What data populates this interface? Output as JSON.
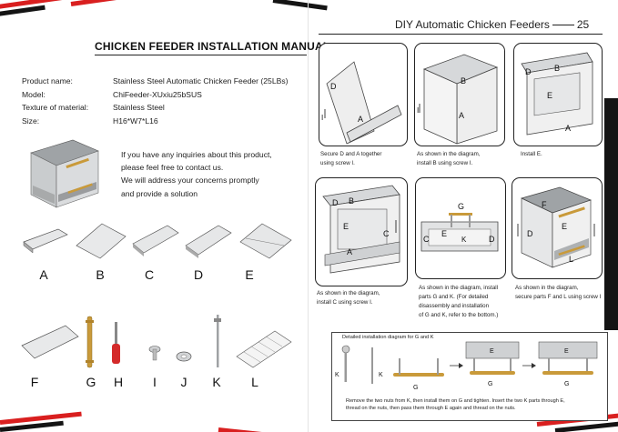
{
  "left_page": {
    "title": "CHICKEN FEEDER INSTALLATION MANUAL",
    "specs": [
      {
        "label": "Product name:",
        "value": "Stainless Steel Automatic Chicken Feeder (25LBs)"
      },
      {
        "label": "Model:",
        "value": "ChiFeeder-XUxiu25bSUS"
      },
      {
        "label": "Texture of material:",
        "value": "Stainless Steel"
      },
      {
        "label": "Size:",
        "value": "H16*W7*L16"
      }
    ],
    "inquiry": [
      "If you have any inquiries about this product,",
      "please feel free to contact us.",
      "We will address your concerns promptly",
      "and provide a solution"
    ],
    "parts_row1": [
      "A",
      "B",
      "C",
      "D",
      "E"
    ],
    "parts_row2": [
      "F",
      "G",
      "H",
      "I",
      "J",
      "K",
      "L"
    ]
  },
  "right_page": {
    "header": "DIY Automatic Chicken Feeders",
    "page_number": "25",
    "steps": [
      {
        "lines": [
          "Secure D and A together",
          "using screw I."
        ],
        "labels": [
          "D",
          "A",
          "I"
        ]
      },
      {
        "lines": [
          "As shown in the diagram,",
          "install B using screw I."
        ],
        "labels": [
          "B",
          "A",
          "I"
        ]
      },
      {
        "lines": [
          "Install E."
        ],
        "labels": [
          "D",
          "B",
          "E",
          "A"
        ]
      },
      {
        "lines": [
          "As shown in the diagram,",
          "install C using screw I."
        ],
        "labels": [
          "D",
          "B",
          "E",
          "C",
          "A"
        ]
      },
      {
        "lines": [
          "As shown in the diagram, install",
          "parts G and K. (For detailed",
          "disassembly and installation",
          "of G and K, refer to the bottom.)"
        ],
        "labels": [
          "G",
          "C",
          "E",
          "K",
          "D"
        ]
      },
      {
        "lines": [
          "As shown in the diagram,",
          "secure parts F and L using screw I"
        ],
        "labels": [
          "F",
          "E",
          "D",
          "L"
        ]
      }
    ],
    "detail": {
      "title": "Detailed installation diagram for G and K",
      "labels": [
        "K",
        "K",
        "G",
        "E",
        "G",
        "E",
        "G"
      ],
      "caption": [
        "Remove the two nuts from K, then install them on G and tighten. Insert the two K parts through E,",
        "thread on the nuts, then pass them through E again and thread on the nuts."
      ]
    }
  },
  "colors": {
    "accent_red": "#d91f1f",
    "stripe_black": "#141414",
    "brass": "#c99a3a",
    "steel": "#b9bcbf"
  }
}
